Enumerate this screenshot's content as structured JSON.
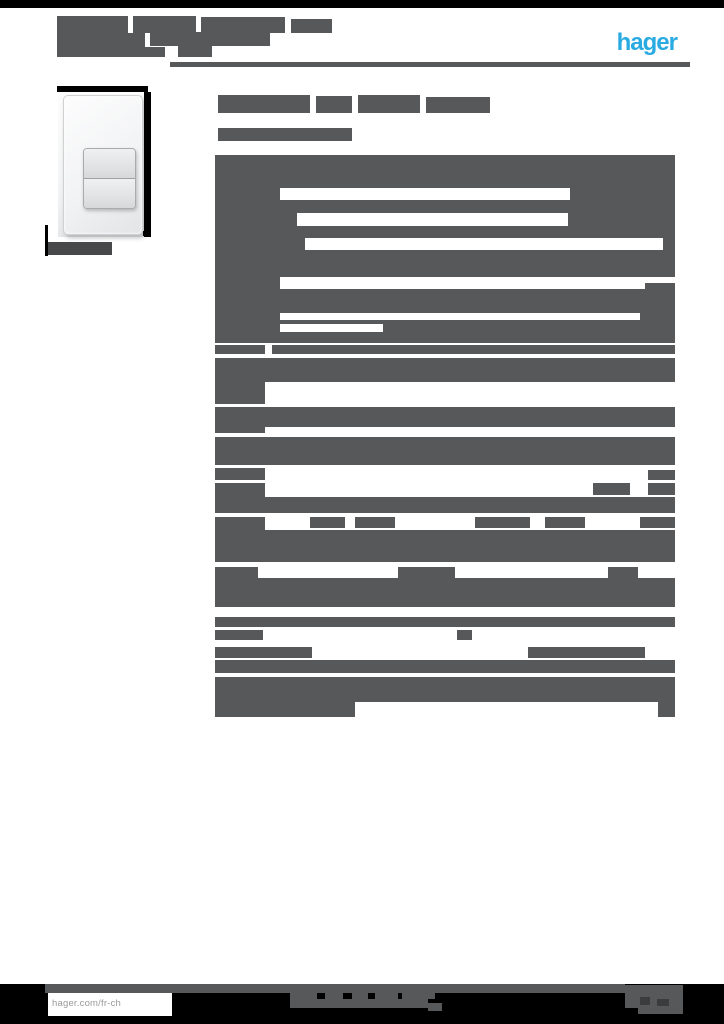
{
  "palette": {
    "black": "#000000",
    "gray": "#56585a",
    "dark": "#46484a",
    "darkest": "#3a3c3e",
    "white": "#ffffff"
  },
  "logo": {
    "text": "hager",
    "color": "#29abe2"
  },
  "footer": {
    "site_label": "hager.com/fr-ch"
  },
  "redactions": {
    "rects": [
      [
        57,
        16,
        71,
        17,
        "gray"
      ],
      [
        133,
        16,
        63,
        17,
        "gray"
      ],
      [
        201,
        17,
        84,
        16,
        "gray"
      ],
      [
        291,
        19,
        41,
        14,
        "gray"
      ],
      [
        57,
        33,
        88,
        14,
        "gray"
      ],
      [
        150,
        32,
        120,
        14,
        "gray"
      ],
      [
        57,
        47,
        108,
        10,
        "gray"
      ],
      [
        178,
        46,
        34,
        11,
        "gray"
      ],
      [
        170,
        62,
        520,
        5,
        "gray"
      ],
      [
        0,
        0,
        724,
        8,
        "black"
      ],
      [
        57,
        86,
        91,
        6,
        "black"
      ],
      [
        144,
        92,
        7,
        145,
        "black"
      ],
      [
        45,
        225,
        3,
        31,
        "black"
      ],
      [
        143,
        231,
        7,
        5,
        "black"
      ],
      [
        48,
        242,
        64,
        13,
        "dark"
      ],
      [
        218,
        95,
        92,
        18,
        "gray"
      ],
      [
        316,
        96,
        36,
        17,
        "gray"
      ],
      [
        358,
        95,
        62,
        18,
        "gray"
      ],
      [
        426,
        97,
        64,
        16,
        "gray"
      ],
      [
        218,
        128,
        134,
        13,
        "gray"
      ],
      [
        215,
        155,
        460,
        188,
        "gray"
      ],
      [
        280,
        188,
        290,
        12,
        "white"
      ],
      [
        297,
        213,
        271,
        13,
        "white"
      ],
      [
        305,
        238,
        358,
        12,
        "white"
      ],
      [
        280,
        277,
        395,
        6,
        "white"
      ],
      [
        280,
        283,
        365,
        6,
        "white"
      ],
      [
        280,
        313,
        360,
        7,
        "white"
      ],
      [
        280,
        324,
        103,
        8,
        "white"
      ],
      [
        215,
        345,
        50,
        185,
        "gray"
      ],
      [
        215,
        354,
        50,
        4,
        "white"
      ],
      [
        215,
        404,
        50,
        3,
        "white"
      ],
      [
        215,
        433,
        50,
        4,
        "white"
      ],
      [
        215,
        465,
        50,
        3,
        "white"
      ],
      [
        215,
        480,
        50,
        3,
        "white"
      ],
      [
        215,
        513,
        50,
        4,
        "white"
      ],
      [
        272,
        345,
        403,
        9,
        "gray"
      ],
      [
        265,
        358,
        410,
        24,
        "gray"
      ],
      [
        265,
        407,
        410,
        20,
        "gray"
      ],
      [
        265,
        437,
        410,
        28,
        "gray"
      ],
      [
        648,
        470,
        27,
        10,
        "gray"
      ],
      [
        593,
        483,
        37,
        12,
        "gray"
      ],
      [
        648,
        483,
        27,
        12,
        "gray"
      ],
      [
        265,
        497,
        410,
        16,
        "gray"
      ],
      [
        310,
        517,
        35,
        11,
        "gray"
      ],
      [
        355,
        517,
        40,
        11,
        "gray"
      ],
      [
        475,
        517,
        55,
        11,
        "gray"
      ],
      [
        545,
        517,
        40,
        11,
        "gray"
      ],
      [
        640,
        517,
        35,
        11,
        "gray"
      ],
      [
        215,
        530,
        460,
        32,
        "gray"
      ],
      [
        215,
        567,
        43,
        11,
        "gray"
      ],
      [
        398,
        567,
        57,
        11,
        "gray"
      ],
      [
        608,
        567,
        30,
        11,
        "gray"
      ],
      [
        215,
        578,
        460,
        29,
        "gray"
      ],
      [
        215,
        617,
        460,
        10,
        "gray"
      ],
      [
        215,
        630,
        48,
        10,
        "gray"
      ],
      [
        457,
        630,
        15,
        10,
        "gray"
      ],
      [
        215,
        647,
        97,
        11,
        "gray"
      ],
      [
        528,
        647,
        117,
        11,
        "gray"
      ],
      [
        215,
        660,
        460,
        13,
        "gray"
      ],
      [
        215,
        677,
        460,
        25,
        "gray"
      ],
      [
        215,
        702,
        140,
        15,
        "gray"
      ],
      [
        658,
        702,
        17,
        15,
        "gray"
      ],
      [
        0,
        984,
        724,
        40,
        "black"
      ],
      [
        45,
        984,
        580,
        9,
        "gray"
      ],
      [
        290,
        990,
        27,
        9,
        "gray"
      ],
      [
        325,
        990,
        18,
        9,
        "gray"
      ],
      [
        352,
        990,
        16,
        9,
        "gray"
      ],
      [
        375,
        990,
        23,
        9,
        "gray"
      ],
      [
        402,
        990,
        33,
        9,
        "gray"
      ],
      [
        290,
        999,
        138,
        9,
        "gray"
      ],
      [
        428,
        1003,
        14,
        8,
        "gray"
      ],
      [
        625,
        985,
        58,
        23,
        "gray"
      ],
      [
        638,
        1008,
        45,
        6,
        "gray"
      ],
      [
        640,
        997,
        10,
        8,
        "darkest"
      ],
      [
        657,
        999,
        12,
        7,
        "darkest"
      ]
    ]
  }
}
